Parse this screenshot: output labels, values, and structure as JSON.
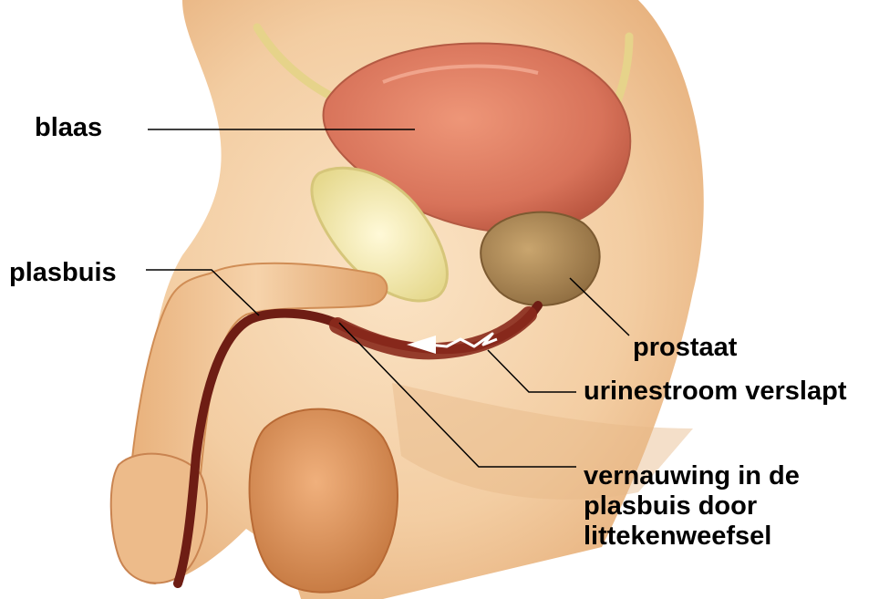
{
  "labels": {
    "bladder": "blaas",
    "urethra": "plasbuis",
    "prostate": "prostaat",
    "urine_flow": "urinestroom verslapt",
    "stricture": [
      "vernauwing in de",
      "plasbuis door",
      "littekenweefsel"
    ]
  },
  "colors": {
    "skin": "#f1c69c",
    "skin_shadow": "#d99b64",
    "bladder": "#d8735a",
    "prostate": "#a98552",
    "bone": "#efe6a8",
    "urethra": "#6e1d14",
    "testis": "#c97a45",
    "leader_line": "#000000",
    "label_text": "#000000"
  },
  "icons": [
    "arrow-icon"
  ]
}
